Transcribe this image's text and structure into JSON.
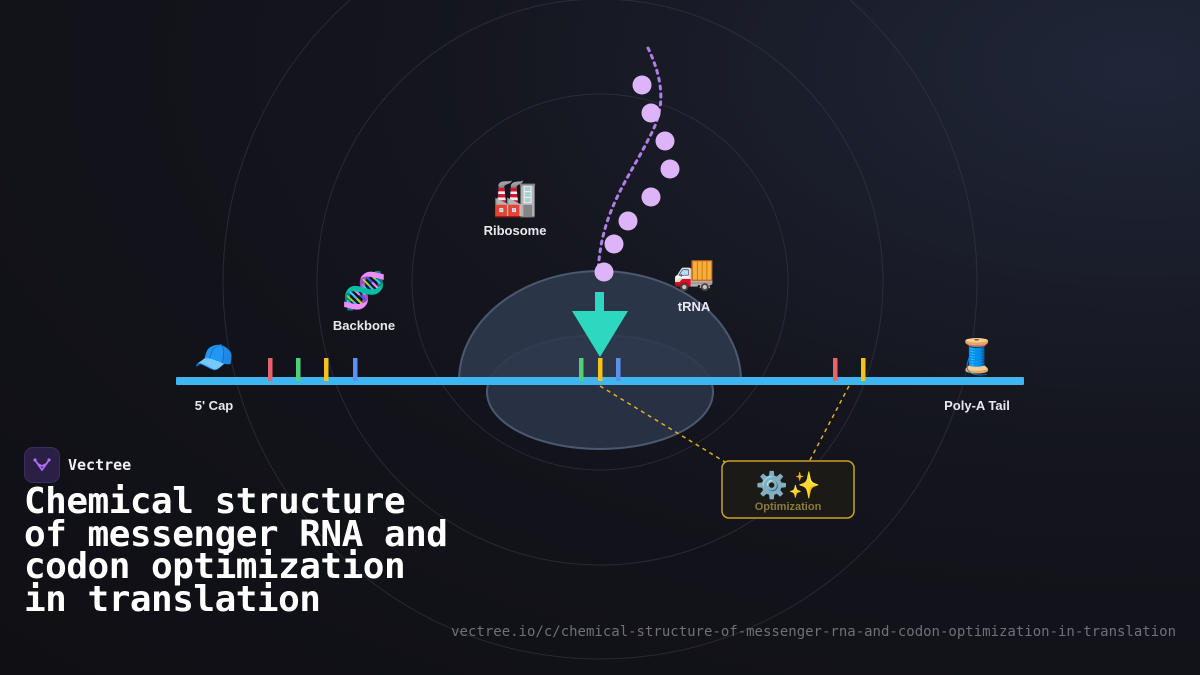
{
  "brand": {
    "name": "Vectree",
    "logo_icon": "vectree-logo-icon",
    "logo_color": "#b06bff"
  },
  "title": "Chemical structure of messenger RNA and codon optimization in translation",
  "url": "vectree.io/c/chemical-structure-of-messenger-rna-and-codon-optimization-in-translation",
  "diagram": {
    "labels": {
      "cap": "5' Cap",
      "backbone": "Backbone",
      "ribosome": "Ribosome",
      "trna": "tRNA",
      "polya": "Poly-A Tail",
      "optimization": "Optimization"
    },
    "icons": {
      "cap": "🧢",
      "backbone": "🧬",
      "ribosome": "🏭",
      "trna": "🚚",
      "polya": "🧵",
      "optimization": "⚙️✨"
    },
    "colors": {
      "strand": "#3fb6f0",
      "codon_red": "#e8646b",
      "codon_green": "#4fd17a",
      "codon_yellow": "#f4c21a",
      "codon_blue": "#5b8ff0",
      "arrow": "#2ed8c0",
      "peptide_bead": "#dcb4f7",
      "peptide_path": "#b07ee8",
      "ribosome_fill": "#2b3548",
      "optimization_border": "#c9a227",
      "guide_line": "#e0b020"
    }
  }
}
